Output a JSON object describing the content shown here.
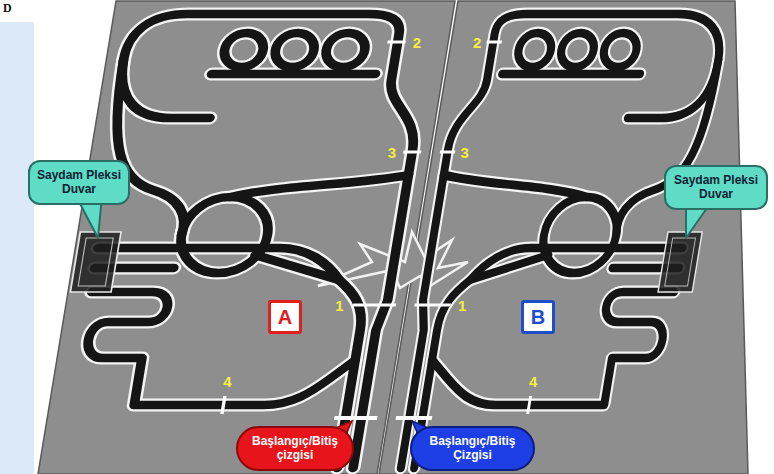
{
  "diagram": {
    "nodes": [
      {
        "text": [
          "Saydam Pleksi Duvar"
        ]
      },
      {
        "text": [
          "Saydam Pleksi Duvar"
        ]
      },
      {
        "text": [
          "A"
        ]
      },
      {
        "text": [
          "B"
        ]
      },
      {
        "text": [
          "Başlangıç/Bitiş çizgisi"
        ]
      },
      {
        "text": [
          "Başlangıç/Bitiş Çizgisi"
        ]
      }
    ],
    "labels": [
      "D",
      "2",
      "2",
      "3",
      "3",
      "1",
      "1",
      "4",
      "4"
    ]
  }
}
